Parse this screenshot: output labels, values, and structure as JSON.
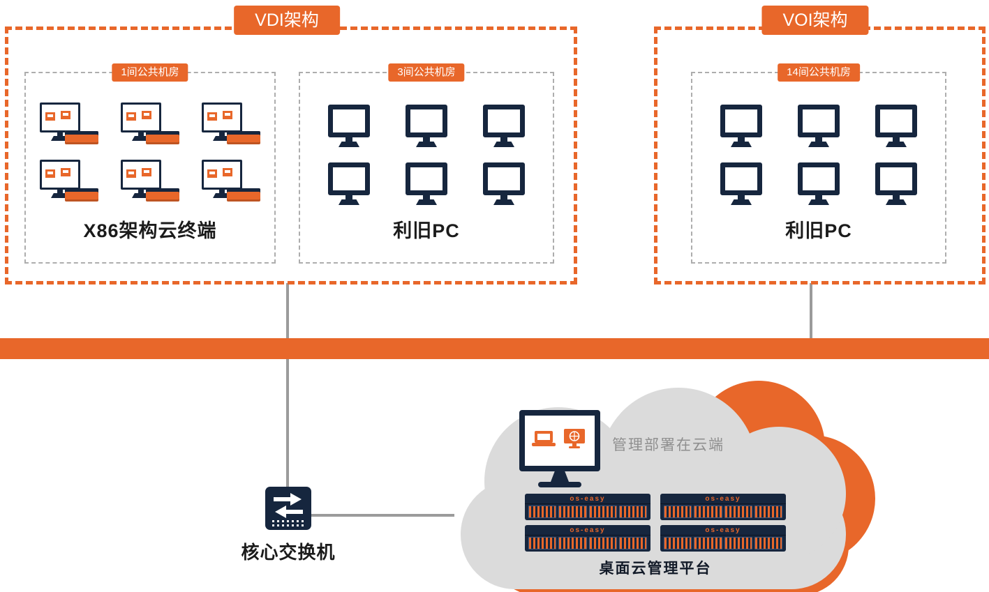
{
  "colors": {
    "accent_orange": "#E8672A",
    "device_navy": "#16263E",
    "cloud_gray": "#DBDBDB",
    "connector_gray": "#9B9B9B",
    "dashed_border_gray": "#ADADAD",
    "text_dark": "#1B1B1B",
    "text_gray": "#8F8F8F"
  },
  "vdi": {
    "title": "VDI架构",
    "rooms": [
      {
        "tag": "1间公共机房",
        "caption": "X86架构云终端",
        "devices_per_row": 3
      },
      {
        "tag": "3间公共机房",
        "caption": "利旧PC",
        "devices_per_row": 3
      }
    ]
  },
  "voi": {
    "title": "VOI架构",
    "rooms": [
      {
        "tag": "14间公共机房",
        "caption": "利旧PC",
        "devices_per_row": 3
      }
    ]
  },
  "core_switch": {
    "label": "核心交换机"
  },
  "cloud": {
    "management_caption": "管理部署在云端",
    "platform_caption": "桌面云管理平台",
    "server_brand": "os-easy",
    "server_count": 4,
    "bays_per_server": 4
  }
}
